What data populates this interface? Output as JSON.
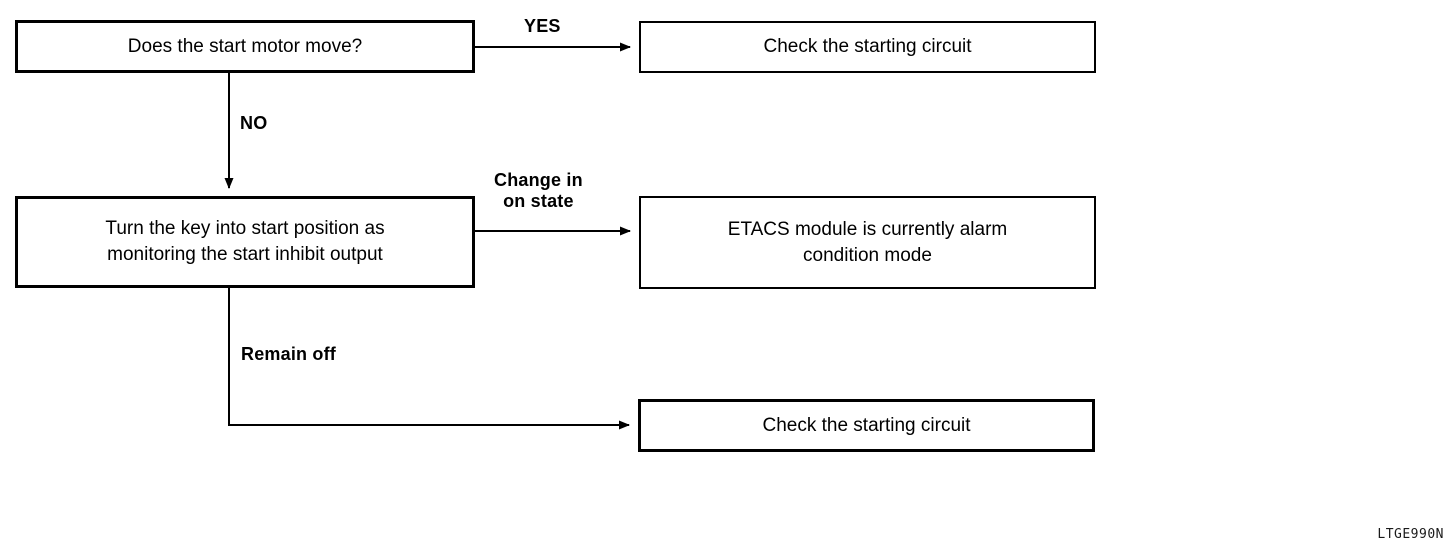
{
  "diagram": {
    "title": "Start motor / start inhibit diagnostic flowchart",
    "watermark": "LTGE990N",
    "line_color": "#000000",
    "background_color": "#ffffff",
    "nodes": [
      {
        "id": "start-motor",
        "text": "Does the start motor move?",
        "role": "question"
      },
      {
        "id": "check-circuit-yes",
        "text": "Check the starting circuit",
        "role": "outcome"
      },
      {
        "id": "turn-key",
        "text": "Turn the key into start position as\nmonitoring the start inhibit output",
        "role": "question"
      },
      {
        "id": "etacs",
        "text": "ETACS module is currently alarm\ncondition mode",
        "role": "outcome"
      },
      {
        "id": "check-circuit-remain",
        "text": "Check the starting circuit",
        "role": "outcome"
      }
    ],
    "edges": [
      {
        "id": "yes",
        "label": "YES",
        "from": "start-motor",
        "to": "check-circuit-yes"
      },
      {
        "id": "no",
        "label": "NO",
        "from": "start-motor",
        "to": "turn-key"
      },
      {
        "id": "change-on",
        "label": "Change in\non state",
        "from": "turn-key",
        "to": "etacs"
      },
      {
        "id": "remain-off",
        "label": "Remain off",
        "from": "turn-key",
        "to": "check-circuit-remain"
      }
    ]
  }
}
